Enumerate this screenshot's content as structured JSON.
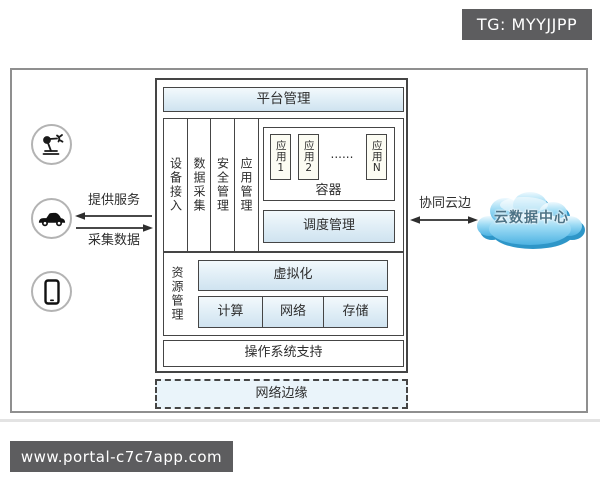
{
  "watermarks": {
    "tg_badge": "TG: MYYJJPP",
    "site_badge": "www.portal-c7c7app.com"
  },
  "left_panel": {
    "device_icons": [
      "robot-arm-icon",
      "car-icon",
      "smartphone-icon"
    ],
    "provide_service_label": "提供服务",
    "collect_data_label": "采集数据"
  },
  "edge_node": {
    "platform_management": "平台管理",
    "vertical_modules": [
      "设备接入",
      "数据采集",
      "安全管理",
      "应用管理"
    ],
    "container": {
      "label": "容器",
      "apps": [
        "应用1",
        "应用2",
        "......",
        "应用N"
      ]
    },
    "scheduling_management": "调度管理",
    "resource_management": {
      "label": "资源管理",
      "virtualization": "虚拟化",
      "resources": [
        "计算",
        "网络",
        "存储"
      ]
    },
    "os_support": "操作系统支持",
    "network_edge": "网络边缘"
  },
  "right_panel": {
    "collaboration_label": "协同云边",
    "cloud_label": "云数据中心"
  },
  "colors": {
    "box_border": "#454545",
    "frame_border": "#8f8f8f",
    "light_blue_fill": "#d8e9f4",
    "badge_bg": "#5d5d5f",
    "cloud_blue": "#5fbde8",
    "cloud_shadow": "#2e96c8"
  }
}
